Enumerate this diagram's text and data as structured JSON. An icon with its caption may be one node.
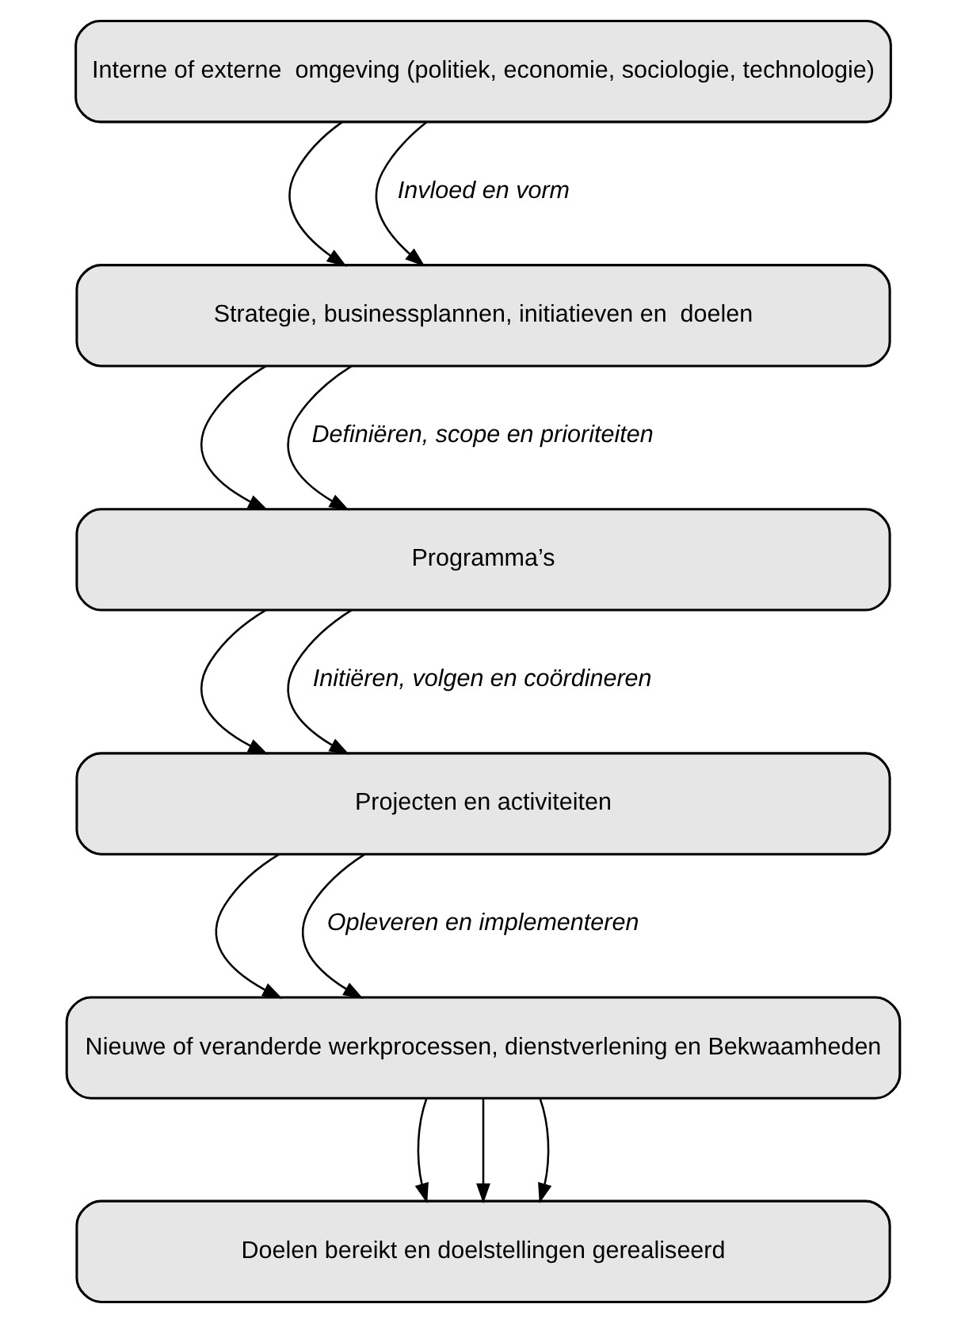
{
  "diagram": {
    "nodes": [
      {
        "text": [
          "Interne of externe  omgeving (politiek, economie, sociologie, technologie)"
        ]
      },
      {
        "text": [
          "Strategie, businessplannen, initiatieven en  doelen"
        ]
      },
      {
        "text": [
          "Programma’s"
        ]
      },
      {
        "text": [
          "Projecten en activiteiten"
        ]
      },
      {
        "text": [
          "Nieuwe of veranderde werkprocessen, dienstverlening en Bekwaamheden"
        ]
      },
      {
        "text": [
          "Doelen bereikt en doelstellingen gerealiseerd"
        ]
      }
    ],
    "edges": [
      {
        "from": 0,
        "to": 1,
        "arrow": "to"
      },
      {
        "from": 0,
        "to": 1,
        "arrow": "to"
      },
      {
        "from": 1,
        "to": 2,
        "arrow": "to"
      },
      {
        "from": 1,
        "to": 2,
        "arrow": "to"
      },
      {
        "from": 2,
        "to": 3,
        "arrow": "to"
      },
      {
        "from": 2,
        "to": 3,
        "arrow": "to"
      },
      {
        "from": 3,
        "to": 4,
        "arrow": "to"
      },
      {
        "from": 3,
        "to": 4,
        "arrow": "to"
      },
      {
        "from": 4,
        "to": 5,
        "arrow": "to"
      },
      {
        "from": 4,
        "to": 5,
        "arrow": "to"
      },
      {
        "from": 4,
        "to": 5,
        "arrow": "to"
      }
    ],
    "labels": [
      "Invloed en vorm",
      "Definiëren, scope en prioriteiten",
      "Initiëren, volgen en coördineren",
      "Opleveren en implementeren"
    ]
  }
}
